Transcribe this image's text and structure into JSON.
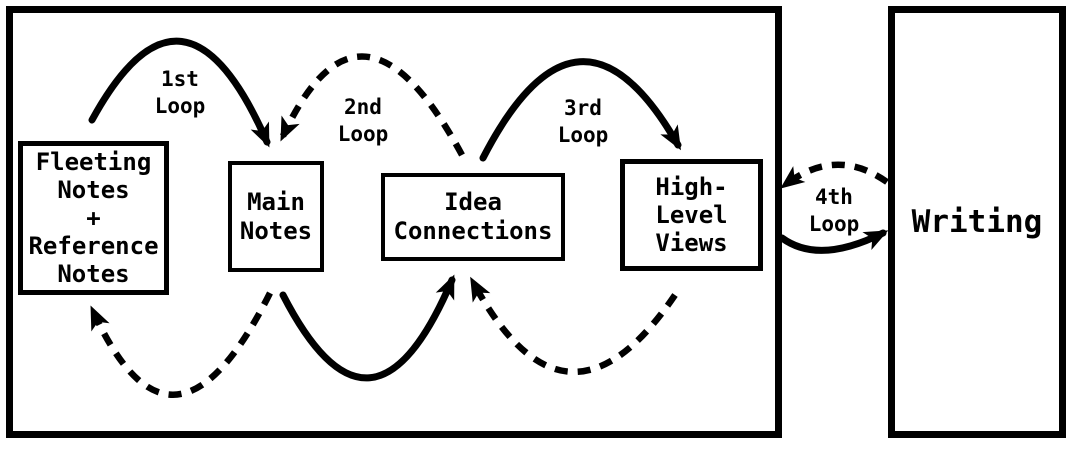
{
  "boxes": {
    "fleeting": {
      "label": "Fleeting\nNotes\n+\nReference\nNotes"
    },
    "main": {
      "label": "Main\nNotes"
    },
    "idea": {
      "label": "Idea\nConnections"
    },
    "high": {
      "label": "High-\nLevel\nViews"
    },
    "writing": {
      "label": "Writing"
    }
  },
  "loops": {
    "loop1": {
      "label": "1st\nLoop",
      "forward_style": "solid",
      "from": "Fleeting Notes + Reference Notes",
      "to": "Main Notes",
      "return_style": "dashed"
    },
    "loop2": {
      "label": "2nd\nLoop",
      "forward_style": "solid",
      "from": "Main Notes",
      "to": "Idea Connections",
      "return_style": "dashed"
    },
    "loop3": {
      "label": "3rd\nLoop",
      "forward_style": "solid",
      "from": "Idea Connections",
      "to": "High-Level Views",
      "return_style": "dashed"
    },
    "loop4": {
      "label": "4th\nLoop",
      "forward_style": "solid",
      "from": "High-Level Views",
      "to": "Writing",
      "return_style": "dashed"
    }
  },
  "colors": {
    "ink": "#000000",
    "background": "#ffffff"
  }
}
